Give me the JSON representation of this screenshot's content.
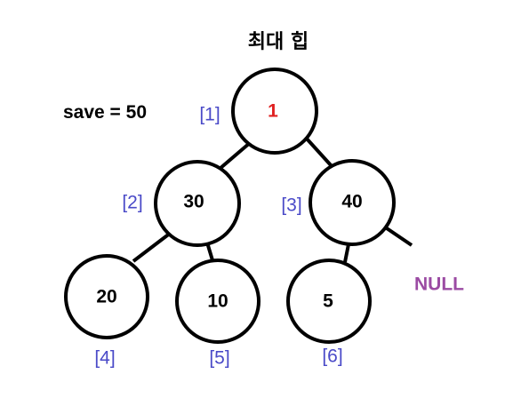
{
  "title": "최대 힙",
  "save_text": "save = 50",
  "null_label": "NULL",
  "colors": {
    "root_value": "#e02020",
    "index_label": "#4a4ac8",
    "null_label": "#9b4ba3",
    "stroke": "#000000"
  },
  "nodes": [
    {
      "index": "[1]",
      "value": "1"
    },
    {
      "index": "[2]",
      "value": "30"
    },
    {
      "index": "[3]",
      "value": "40"
    },
    {
      "index": "[4]",
      "value": "20"
    },
    {
      "index": "[5]",
      "value": "10"
    },
    {
      "index": "[6]",
      "value": "5"
    }
  ]
}
